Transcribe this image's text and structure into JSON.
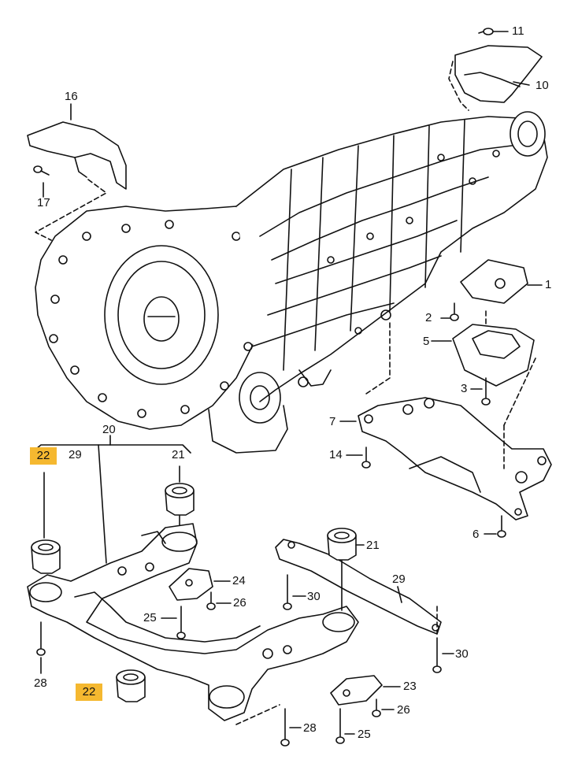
{
  "diagram": {
    "part_labels": {
      "p1": "1",
      "p2": "2",
      "p3": "3",
      "p5": "5",
      "p6": "6",
      "p7": "7",
      "p10": "10",
      "p11": "11",
      "p14": "14",
      "p16": "16",
      "p17": "17",
      "p20": "20",
      "p21a": "21",
      "p21b": "21",
      "p22a": "22",
      "p22b": "22",
      "p23": "23",
      "p24": "24",
      "p25a": "25",
      "p25b": "25",
      "p26a": "26",
      "p26b": "26",
      "p28a": "28",
      "p28b": "28",
      "p29a": "29",
      "p29b": "29",
      "p30a": "30",
      "p30b": "30"
    },
    "highlight_color": "#f5b830",
    "line_color": "#111111"
  }
}
